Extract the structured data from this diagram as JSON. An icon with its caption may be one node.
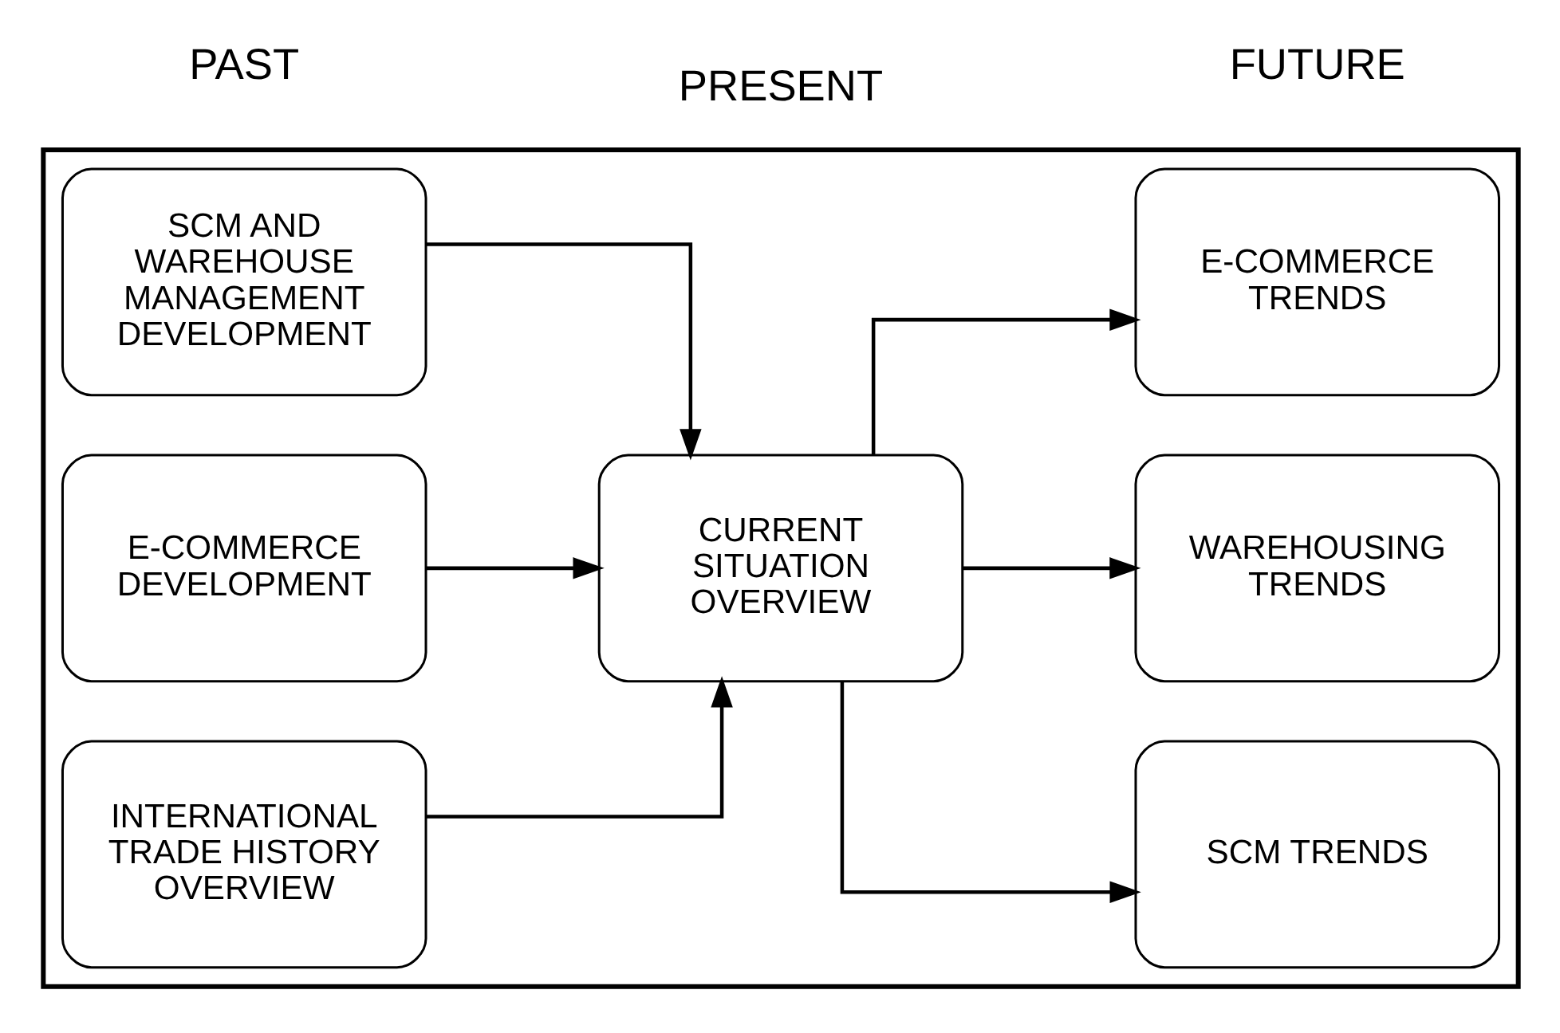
{
  "diagram": {
    "nodes": [
      {
        "text": [],
        "shape": "box"
      },
      {
        "text": [
          "INTERNATIONAL TRADE HISTORY OVERVIEW"
        ],
        "in": 0
      },
      {
        "text": [
          "E-COMMERCE DEVELOPMENT"
        ],
        "in": 0
      },
      {
        "text": [
          "SCM AND WAREHOUSE MANAGEMENT DEVELOPMENT"
        ],
        "in": 0
      },
      {
        "text": [
          "CURRENT SITUATION OVERVIEW"
        ],
        "in": 0
      },
      {
        "text": [
          "SCM TRENDS"
        ],
        "in": 0
      },
      {
        "text": [
          "WAREHOUSING TRENDS"
        ],
        "in": 0
      },
      {
        "text": [
          "E-COMMERCE TRENDS"
        ],
        "in": 0
      }
    ],
    "edges": [
      {
        "from": 1,
        "to": 4,
        "arrow": "to"
      },
      {
        "from": 2,
        "to": 4,
        "arrow": "to"
      },
      {
        "from": 3,
        "to": 4,
        "arrow": "to"
      },
      {
        "from": 4,
        "to": 5,
        "arrow": "to"
      },
      {
        "from": 4,
        "to": 6,
        "arrow": "to"
      },
      {
        "from": 4,
        "to": 7,
        "arrow": "to"
      }
    ],
    "labels": [
      "PAST",
      "PRESENT",
      "FUTURE"
    ]
  }
}
